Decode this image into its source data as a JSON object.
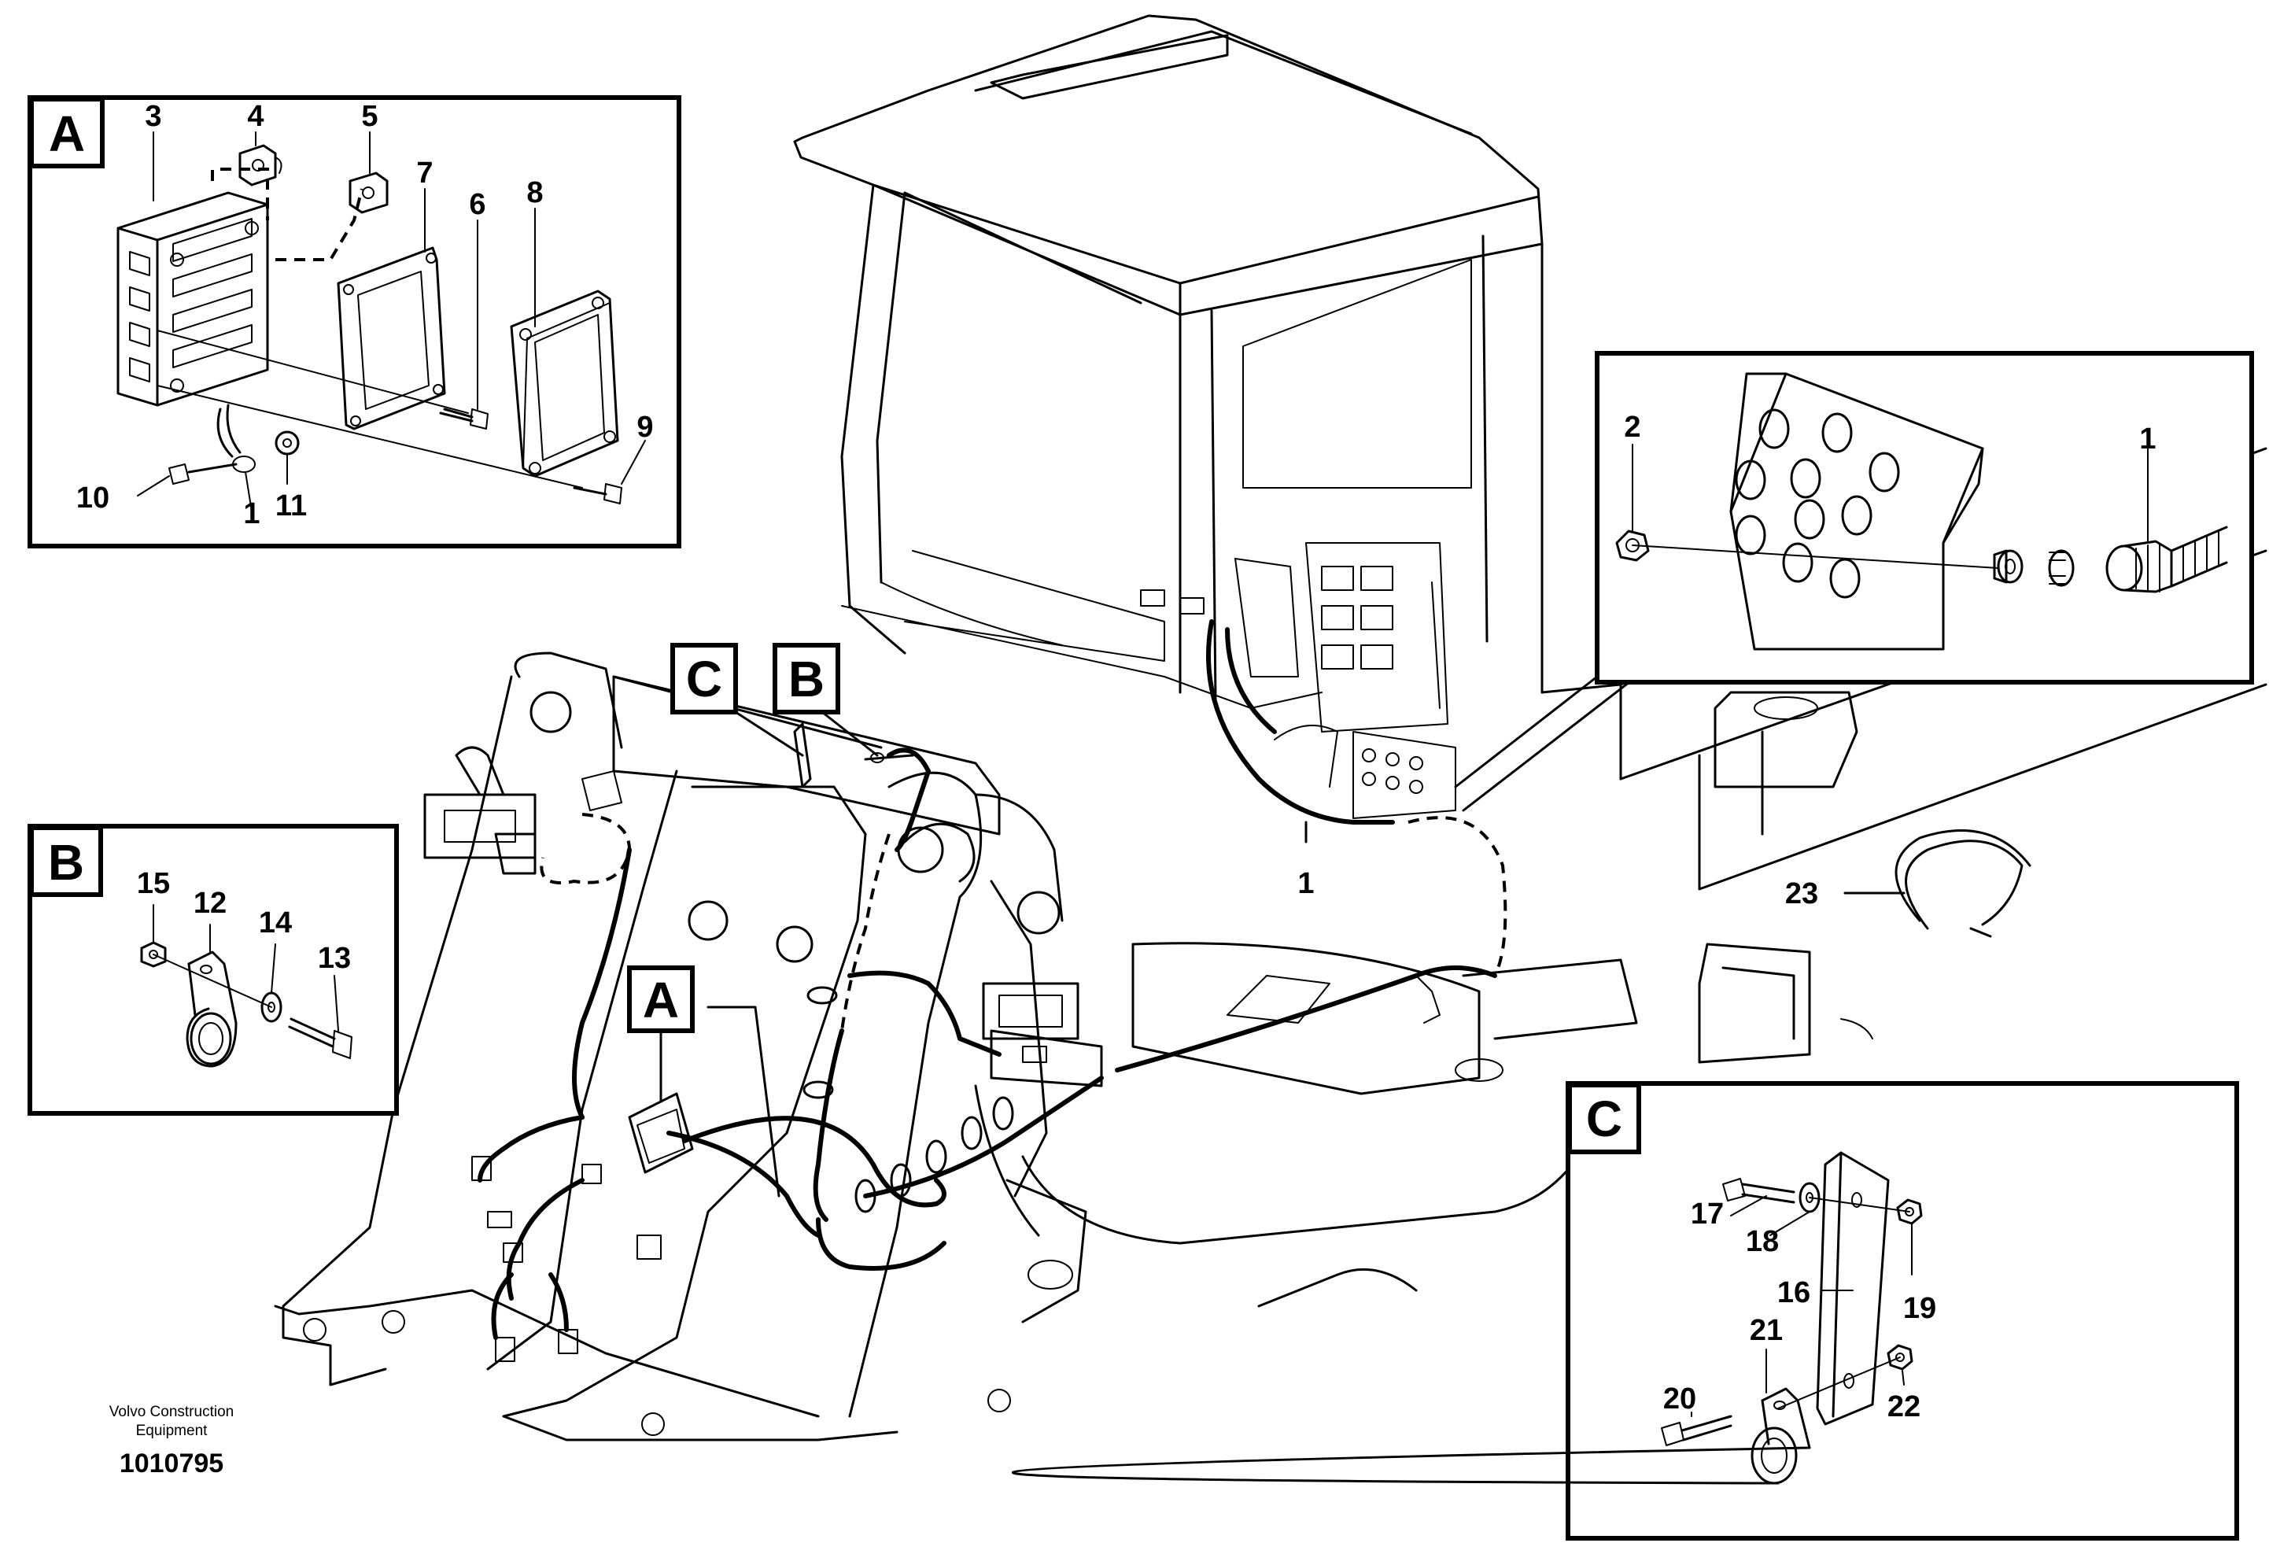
{
  "detail_labels": {
    "a": "A",
    "b": "B",
    "c": "C"
  },
  "panel_a_callouts": {
    "p1": "1",
    "p3": "3",
    "p4": "4",
    "p5": "5",
    "p6": "6",
    "p7": "7",
    "p8": "8",
    "p9": "9",
    "p10": "10",
    "p11": "11"
  },
  "panel_b_callouts": {
    "p12": "12",
    "p13": "13",
    "p14": "14",
    "p15": "15"
  },
  "panel_c_callouts": {
    "p16": "16",
    "p17": "17",
    "p18": "18",
    "p19": "19",
    "p20": "20",
    "p21": "21",
    "p22": "22"
  },
  "panel_right_callouts": {
    "p1": "1",
    "p2": "2"
  },
  "main_callouts": {
    "p1": "1",
    "p23": "23"
  },
  "footer": {
    "line1": "Volvo Construction",
    "line2": "Equipment",
    "ref": "1010795"
  }
}
